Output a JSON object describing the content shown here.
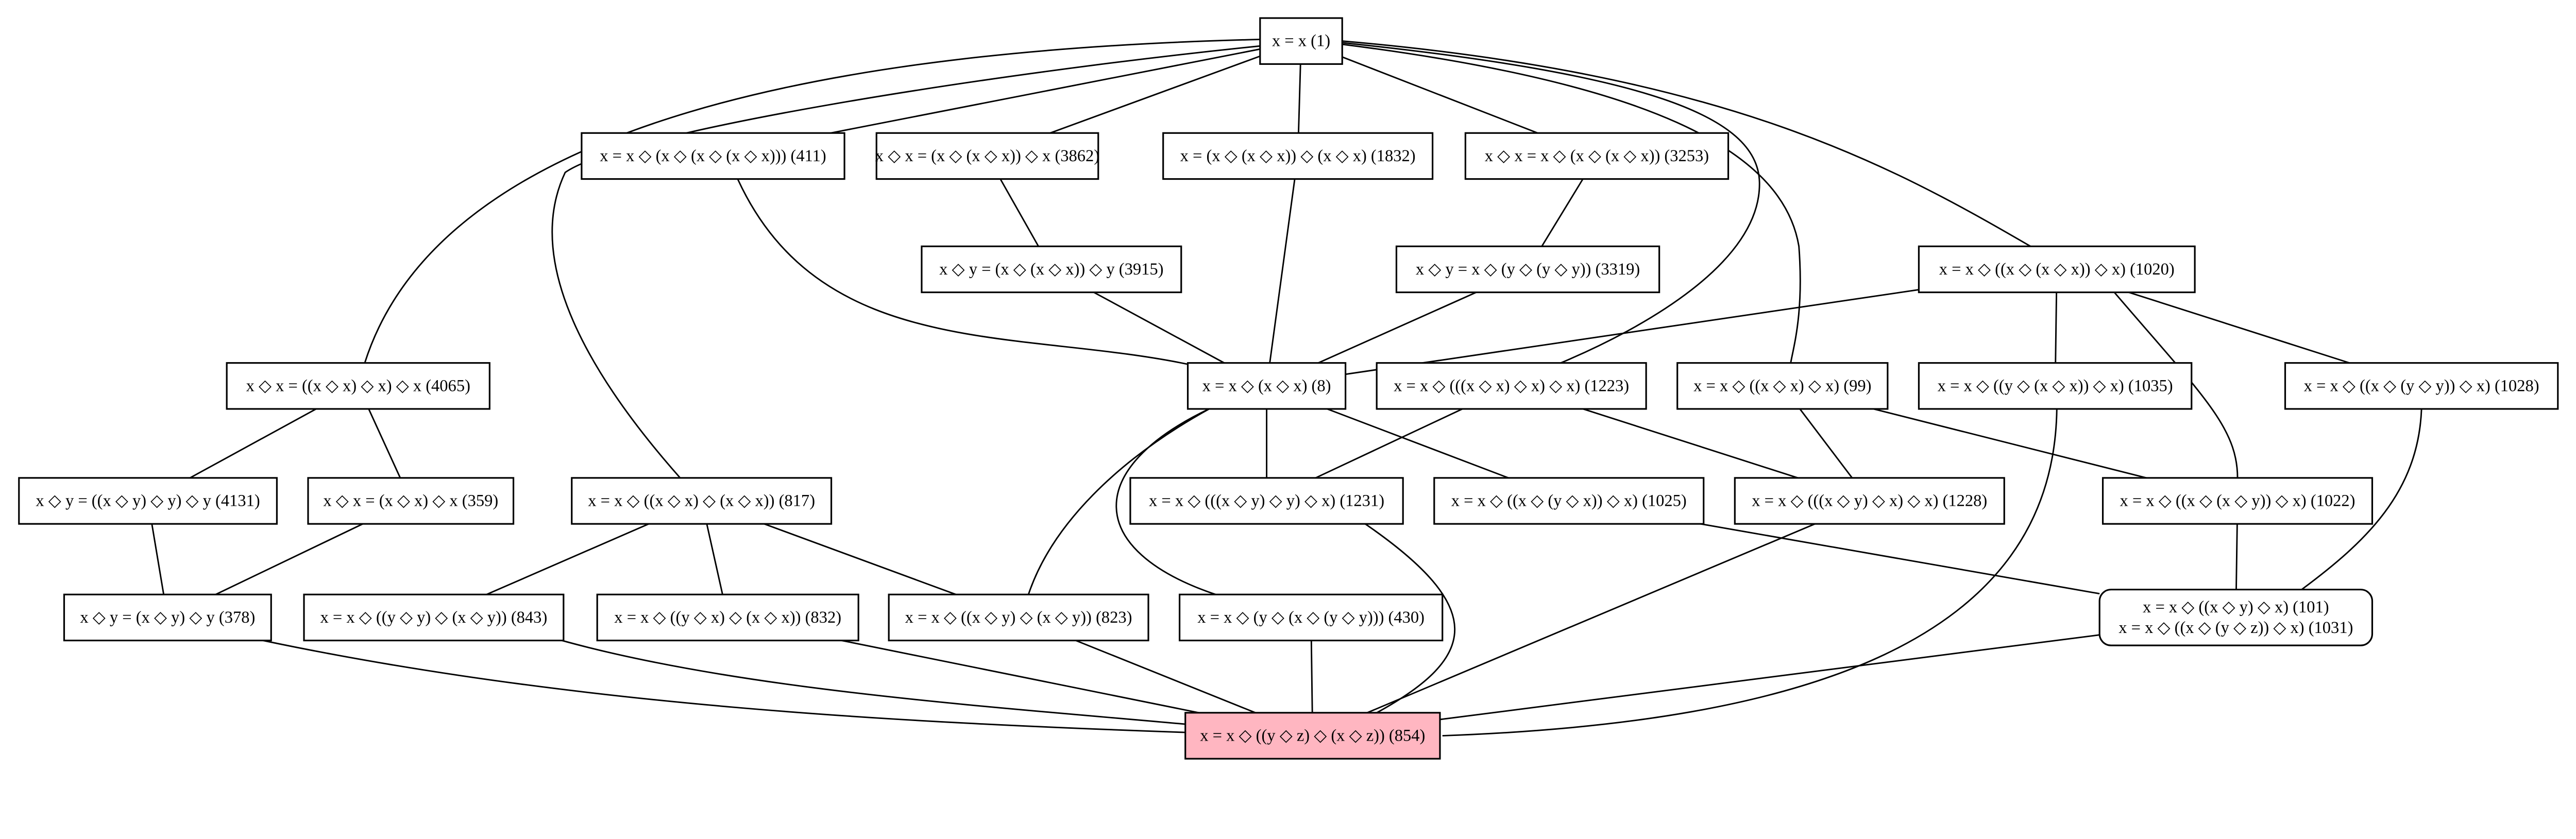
{
  "graph": {
    "highlight_color": "#ffb6c1",
    "nodes": [
      {
        "id": "1",
        "lines": [
          "x = x (1)"
        ]
      },
      {
        "id": "411",
        "lines": [
          "x = x ◇ (x ◇ (x ◇ (x ◇ x))) (411)"
        ]
      },
      {
        "id": "3862",
        "lines": [
          "x ◇ x = (x ◇ (x ◇ x)) ◇ x (3862)"
        ]
      },
      {
        "id": "1832",
        "lines": [
          "x = (x ◇ (x ◇ x)) ◇ (x ◇ x) (1832)"
        ]
      },
      {
        "id": "3253",
        "lines": [
          "x ◇ x = x ◇ (x ◇ (x ◇ x)) (3253)"
        ]
      },
      {
        "id": "3915",
        "lines": [
          "x ◇ y = (x ◇ (x ◇ x)) ◇ y (3915)"
        ]
      },
      {
        "id": "3319",
        "lines": [
          "x ◇ y = x ◇ (y ◇ (y ◇ y)) (3319)"
        ]
      },
      {
        "id": "1020",
        "lines": [
          "x = x ◇ ((x ◇ (x ◇ x)) ◇ x) (1020)"
        ]
      },
      {
        "id": "4065",
        "lines": [
          "x ◇ x = ((x ◇ x) ◇ x) ◇ x (4065)"
        ]
      },
      {
        "id": "8",
        "lines": [
          "x = x ◇ (x ◇ x) (8)"
        ]
      },
      {
        "id": "1223",
        "lines": [
          "x = x ◇ (((x ◇ x) ◇ x) ◇ x) (1223)"
        ]
      },
      {
        "id": "99",
        "lines": [
          "x = x ◇ ((x ◇ x) ◇ x) (99)"
        ]
      },
      {
        "id": "1035",
        "lines": [
          "x = x ◇ ((y ◇ (x ◇ x)) ◇ x) (1035)"
        ]
      },
      {
        "id": "1028",
        "lines": [
          "x = x ◇ ((x ◇ (y ◇ y)) ◇ x) (1028)"
        ]
      },
      {
        "id": "4131",
        "lines": [
          "x ◇ y = ((x ◇ y) ◇ y) ◇ y (4131)"
        ]
      },
      {
        "id": "359",
        "lines": [
          "x ◇ x = (x ◇ x) ◇ x (359)"
        ]
      },
      {
        "id": "817",
        "lines": [
          "x = x ◇ ((x ◇ x) ◇ (x ◇ x)) (817)"
        ]
      },
      {
        "id": "1231",
        "lines": [
          "x = x ◇ (((x ◇ y) ◇ y) ◇ x) (1231)"
        ]
      },
      {
        "id": "1025",
        "lines": [
          "x = x ◇ ((x ◇ (y ◇ x)) ◇ x) (1025)"
        ]
      },
      {
        "id": "1228",
        "lines": [
          "x = x ◇ (((x ◇ y) ◇ x) ◇ x) (1228)"
        ]
      },
      {
        "id": "1022",
        "lines": [
          "x = x ◇ ((x ◇ (x ◇ y)) ◇ x) (1022)"
        ]
      },
      {
        "id": "378",
        "lines": [
          "x ◇ y = (x ◇ y) ◇ y (378)"
        ]
      },
      {
        "id": "843",
        "lines": [
          "x = x ◇ ((y ◇ y) ◇ (x ◇ y)) (843)"
        ]
      },
      {
        "id": "832",
        "lines": [
          "x = x ◇ ((y ◇ x) ◇ (x ◇ x)) (832)"
        ]
      },
      {
        "id": "823",
        "lines": [
          "x = x ◇ ((x ◇ y) ◇ (x ◇ y)) (823)"
        ]
      },
      {
        "id": "430",
        "lines": [
          "x = x ◇ (y ◇ (x ◇ (y ◇ y))) (430)"
        ]
      },
      {
        "id": "101",
        "lines": [
          "x = x ◇ ((x ◇ y) ◇ x) (101)",
          "x = x ◇ ((x ◇ (y ◇ z)) ◇ x) (1031)"
        ],
        "shape": "rounded"
      },
      {
        "id": "854",
        "lines": [
          "x = x ◇ ((y ◇ z) ◇ (x ◇ z)) (854)"
        ],
        "highlighted": true
      }
    ],
    "edges": [
      [
        "1",
        "411"
      ],
      [
        "1",
        "3862"
      ],
      [
        "1",
        "1832"
      ],
      [
        "1",
        "3253"
      ],
      [
        "1",
        "4065"
      ],
      [
        "1",
        "817"
      ],
      [
        "1",
        "1223"
      ],
      [
        "1",
        "99"
      ],
      [
        "1",
        "1020"
      ],
      [
        "411",
        "8"
      ],
      [
        "3862",
        "3915"
      ],
      [
        "3915",
        "8"
      ],
      [
        "1832",
        "8"
      ],
      [
        "3253",
        "3319"
      ],
      [
        "3319",
        "8"
      ],
      [
        "1020",
        "8"
      ],
      [
        "1020",
        "1035"
      ],
      [
        "1020",
        "1028"
      ],
      [
        "1020",
        "1022"
      ],
      [
        "4065",
        "4131"
      ],
      [
        "4065",
        "359"
      ],
      [
        "4131",
        "378"
      ],
      [
        "359",
        "378"
      ],
      [
        "8",
        "1231"
      ],
      [
        "8",
        "1025"
      ],
      [
        "8",
        "823"
      ],
      [
        "8",
        "430"
      ],
      [
        "1223",
        "1231"
      ],
      [
        "1223",
        "1228"
      ],
      [
        "99",
        "1228"
      ],
      [
        "99",
        "1022"
      ],
      [
        "817",
        "843"
      ],
      [
        "817",
        "832"
      ],
      [
        "817",
        "823"
      ],
      [
        "1231",
        "854"
      ],
      [
        "1228",
        "854"
      ],
      [
        "1025",
        "101"
      ],
      [
        "1022",
        "101"
      ],
      [
        "1028",
        "101"
      ],
      [
        "1035",
        "854"
      ],
      [
        "378",
        "854"
      ],
      [
        "843",
        "854"
      ],
      [
        "832",
        "854"
      ],
      [
        "823",
        "854"
      ],
      [
        "430",
        "854"
      ],
      [
        "101",
        "854"
      ]
    ]
  }
}
